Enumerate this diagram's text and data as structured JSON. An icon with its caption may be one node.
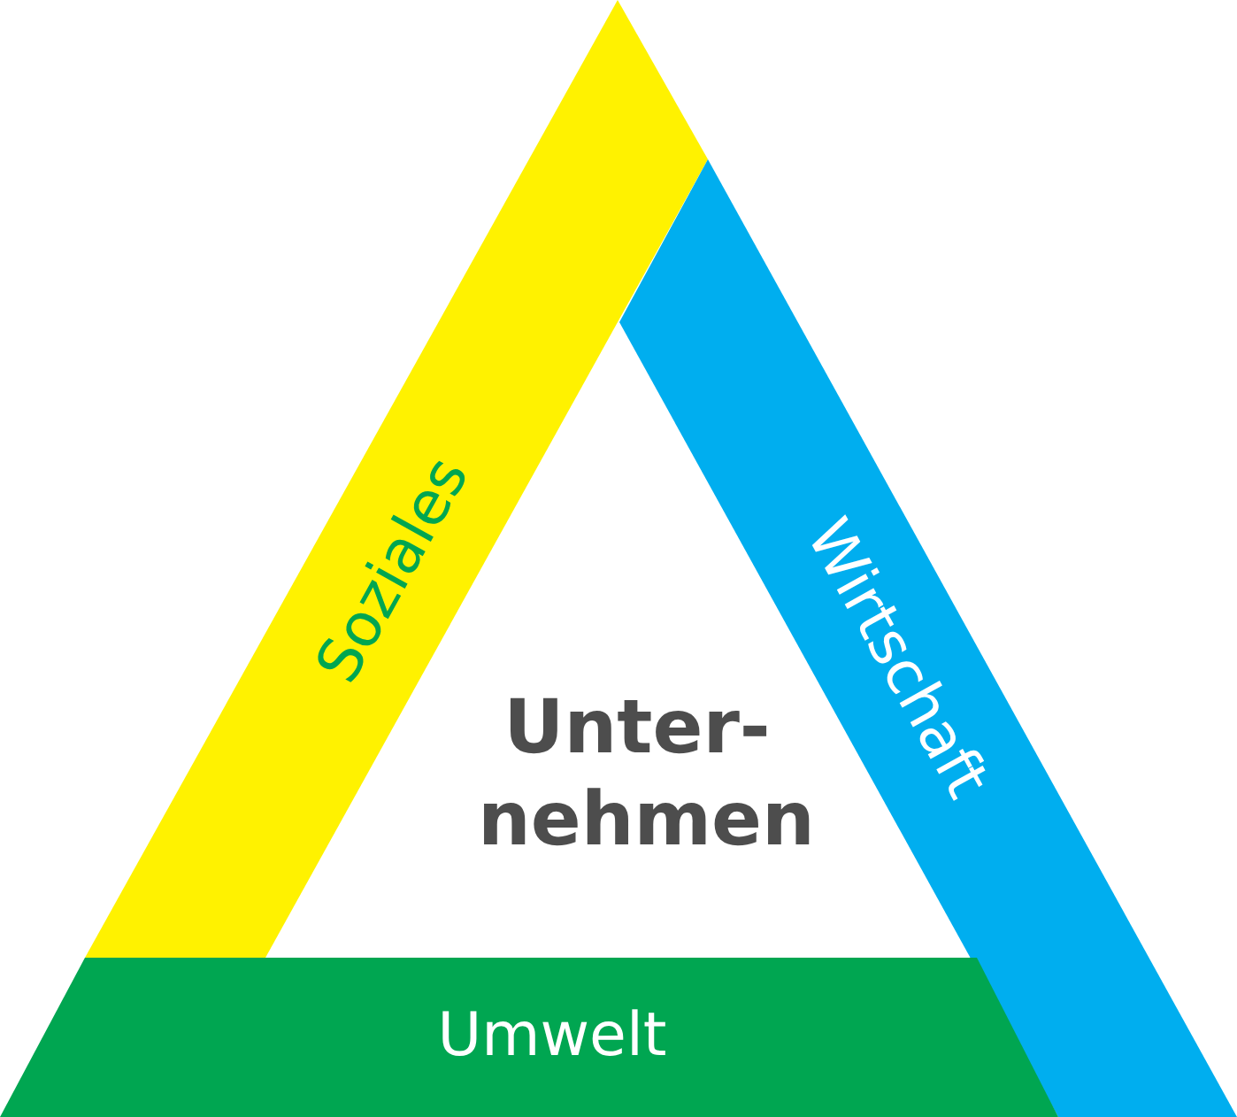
{
  "diagram": {
    "nodes": [
      {
        "text": [
          "Soziales"
        ]
      },
      {
        "text": [
          "Wirtschaft"
        ]
      },
      {
        "text": [
          "Umwelt"
        ]
      }
    ],
    "labels": [
      "Unter- nehmen"
    ]
  }
}
